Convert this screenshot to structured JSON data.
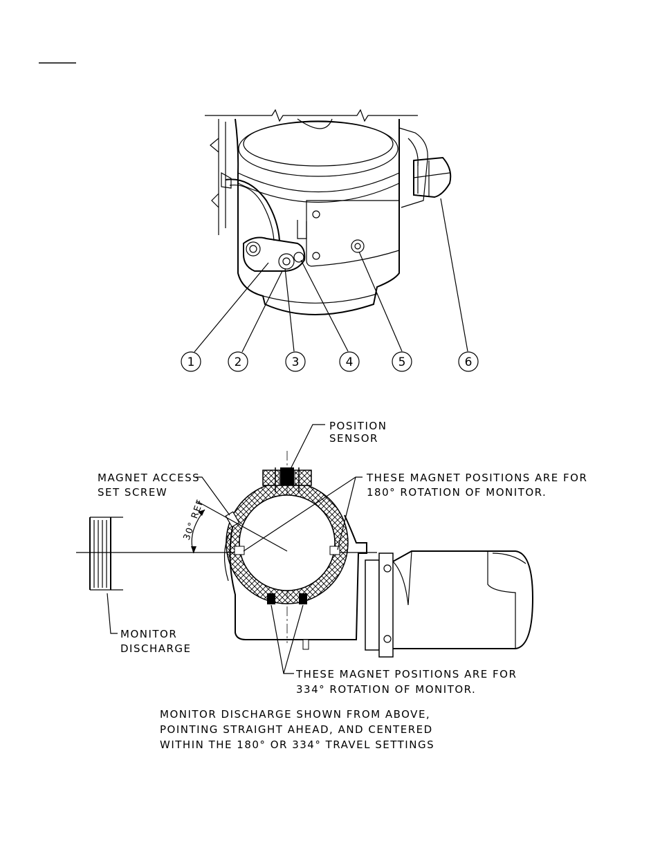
{
  "callouts": [
    "1",
    "2",
    "3",
    "4",
    "5",
    "6"
  ],
  "labels": {
    "position_sensor": [
      "POSITION",
      "SENSOR"
    ],
    "magnet_access": [
      "MAGNET ACCESS",
      "SET SCREW"
    ],
    "magnet_180": [
      "THESE MAGNET POSITIONS ARE FOR",
      "180° ROTATION OF MONITOR."
    ],
    "angle_ref": "30° REF",
    "monitor_discharge": [
      "MONITOR",
      "DISCHARGE"
    ],
    "magnet_334": [
      "THESE MAGNET POSITIONS ARE FOR",
      "334° ROTATION OF MONITOR."
    ]
  },
  "caption": [
    "MONITOR DISCHARGE SHOWN FROM ABOVE,",
    "POINTING STRAIGHT AHEAD, AND CENTERED",
    "WITHIN THE 180° OR 334° TRAVEL SETTINGS"
  ]
}
